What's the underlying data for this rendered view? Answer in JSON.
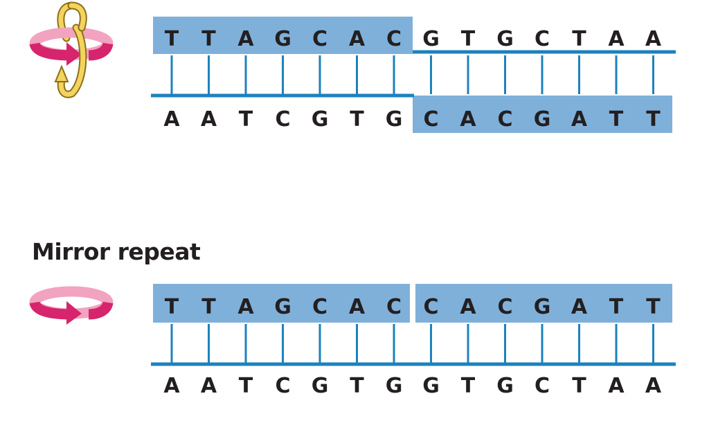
{
  "palindrome": {
    "top_strand": [
      "T",
      "T",
      "A",
      "G",
      "C",
      "A",
      "C",
      "G",
      "T",
      "G",
      "C",
      "T",
      "A",
      "A"
    ],
    "bottom_strand": [
      "A",
      "A",
      "T",
      "C",
      "G",
      "T",
      "G",
      "C",
      "A",
      "C",
      "G",
      "A",
      "T",
      "T"
    ],
    "highlight": "top strand bases 1-7, bottom strand bases 8-14",
    "icon": "two-axis-rotation-icon"
  },
  "mirror_repeat": {
    "title": "Mirror repeat",
    "top_strand": [
      "T",
      "T",
      "A",
      "G",
      "C",
      "A",
      "C",
      "C",
      "A",
      "C",
      "G",
      "A",
      "T",
      "T"
    ],
    "bottom_strand": [
      "A",
      "A",
      "T",
      "C",
      "G",
      "T",
      "G",
      "G",
      "T",
      "G",
      "C",
      "T",
      "A",
      "A"
    ],
    "highlight": "top strand bases 1-7 and bases 8-14",
    "icon": "single-axis-rotation-icon"
  },
  "colors": {
    "highlight_box": "#7fb0da",
    "strand_line": "#1c82bd",
    "base_text": "#231f20",
    "arrow_pink": "#d6256c",
    "arrow_pink_light": "#f1a3c0",
    "arrow_yellow": "#f4d35e",
    "arrow_outline": "#8a6f1a"
  }
}
